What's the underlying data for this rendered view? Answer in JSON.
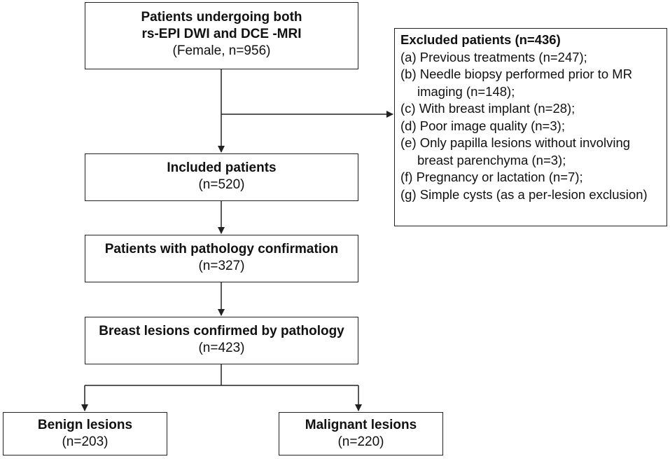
{
  "start": {
    "line1": "Patients undergoing both",
    "line2": "rs-EPI DWI and DCE -MRI",
    "line3": "(Female, n=956)"
  },
  "excluded": {
    "title": "Excluded patients (n=436)",
    "reasons": [
      "(a) Previous  treatments (n=247);",
      "(b) Needle biopsy performed prior to MR imaging (n=148);",
      "(c) With breast implant (n=28);",
      "(d) Poor image quality (n=3);",
      "(e) Only papilla lesions without involving breast parenchyma  (n=3);",
      "(f)  Pregnancy or lactation (n=7);",
      "(g) Simple cysts (as a per-lesion exclusion)"
    ]
  },
  "included": {
    "title": "Included patients",
    "count": "(n=520)"
  },
  "pathology": {
    "title": "Patients with pathology confirmation",
    "count": "(n=327)"
  },
  "lesions": {
    "title": "Breast lesions confirmed by pathology",
    "count": "(n=423)"
  },
  "benign": {
    "title": "Benign lesions",
    "count": "(n=203)"
  },
  "malignant": {
    "title": "Malignant lesions",
    "count": "(n=220)"
  },
  "colors": {
    "line": "#222222",
    "text": "#111111",
    "background": "#ffffff"
  }
}
